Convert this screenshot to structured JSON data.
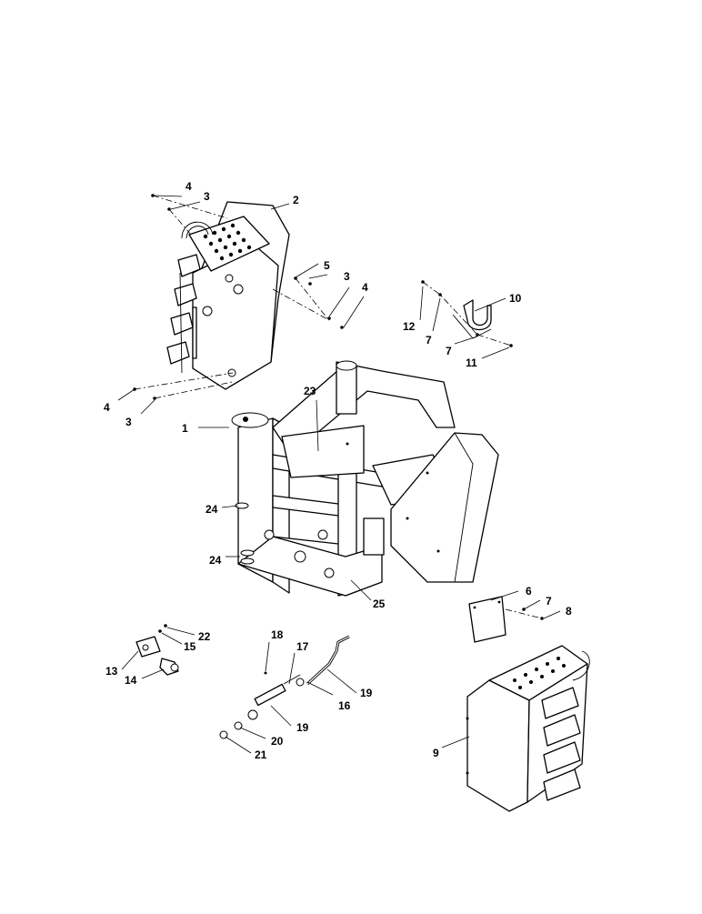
{
  "diagram": {
    "type": "exploded-parts-view",
    "callouts": [
      {
        "id": "c1",
        "label": "1"
      },
      {
        "id": "c2",
        "label": "2"
      },
      {
        "id": "c3a",
        "label": "3"
      },
      {
        "id": "c3b",
        "label": "3"
      },
      {
        "id": "c3c",
        "label": "3"
      },
      {
        "id": "c4a",
        "label": "4"
      },
      {
        "id": "c4b",
        "label": "4"
      },
      {
        "id": "c4c",
        "label": "4"
      },
      {
        "id": "c5",
        "label": "5"
      },
      {
        "id": "c6",
        "label": "6"
      },
      {
        "id": "c7a",
        "label": "7"
      },
      {
        "id": "c7b",
        "label": "7"
      },
      {
        "id": "c7c",
        "label": "7"
      },
      {
        "id": "c8",
        "label": "8"
      },
      {
        "id": "c9",
        "label": "9"
      },
      {
        "id": "c10",
        "label": "10"
      },
      {
        "id": "c11",
        "label": "11"
      },
      {
        "id": "c12",
        "label": "12"
      },
      {
        "id": "c13",
        "label": "13"
      },
      {
        "id": "c14",
        "label": "14"
      },
      {
        "id": "c15",
        "label": "15"
      },
      {
        "id": "c16",
        "label": "16"
      },
      {
        "id": "c17",
        "label": "17"
      },
      {
        "id": "c18",
        "label": "18"
      },
      {
        "id": "c19a",
        "label": "19"
      },
      {
        "id": "c19b",
        "label": "19"
      },
      {
        "id": "c20",
        "label": "20"
      },
      {
        "id": "c21",
        "label": "21"
      },
      {
        "id": "c22",
        "label": "22"
      },
      {
        "id": "c23",
        "label": "23"
      },
      {
        "id": "c24a",
        "label": "24"
      },
      {
        "id": "c24b",
        "label": "24"
      },
      {
        "id": "c25",
        "label": "25"
      }
    ]
  }
}
